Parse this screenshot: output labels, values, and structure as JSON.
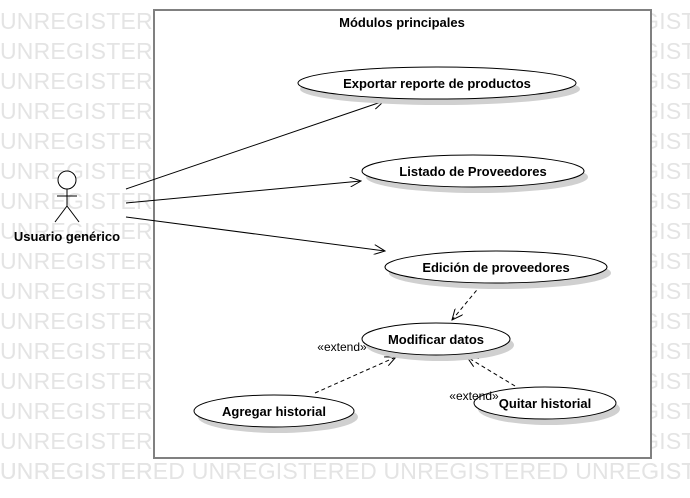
{
  "watermark": "UNREGISTERED",
  "system": {
    "title": "Módulos principales"
  },
  "actor": {
    "name": "Usuario genérico"
  },
  "use_cases": {
    "export": "Exportar reporte de productos",
    "list": "Listado de Proveedores",
    "edit": "Edición de proveedores",
    "modify": "Modificar datos",
    "add_history": "Agregar historial",
    "remove_history": "Quitar historial"
  },
  "relations": {
    "extend_left": "«extend»",
    "extend_right": "«extend»"
  },
  "colors": {
    "stroke": "#000000",
    "frame": "#808080",
    "watermark": "#e4e4e4"
  }
}
